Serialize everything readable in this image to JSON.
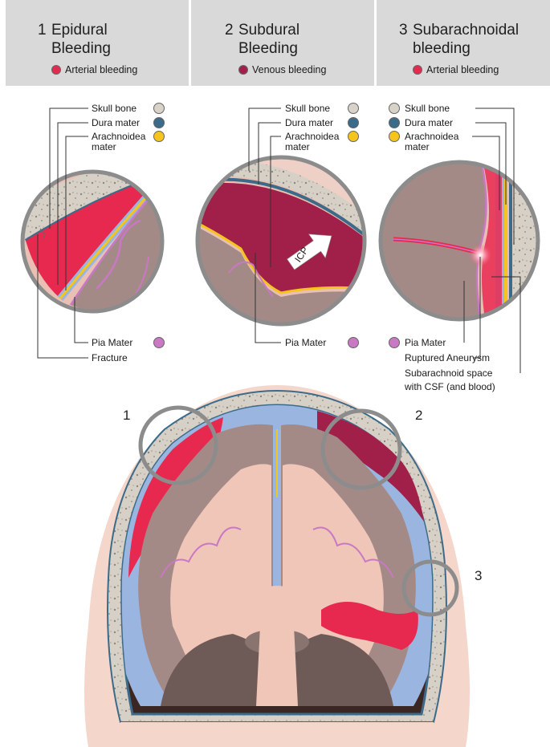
{
  "columns": [
    {
      "number": "1",
      "title_line1": "Epidural",
      "title_line2": "Bleeding",
      "legend": "Arterial bleeding",
      "legend_color": "#e8294f"
    },
    {
      "number": "2",
      "title_line1": "Subdural",
      "title_line2": "Bleeding",
      "legend": "Venous bleeding",
      "legend_color": "#a0204a"
    },
    {
      "number": "3",
      "title_line1": "Subarachnoidal",
      "title_line2": "bleeding",
      "legend": "Arterial bleeding",
      "legend_color": "#e8294f"
    }
  ],
  "layers": {
    "skull_bone": "Skull bone",
    "dura_mater": "Dura mater",
    "arachnoidea_line1": "Arachnoidea",
    "arachnoidea_line2": "mater",
    "pia_mater": "Pia Mater"
  },
  "layer_colors": {
    "skull_bone": "#d8d2c8",
    "dura_mater": "#3c6b8a",
    "arachnoidea": "#f5c51c",
    "pia_mater": "#c978c4"
  },
  "annotations": {
    "fracture": "Fracture",
    "icp": "ICP",
    "ruptured_aneurysm": "Ruptured Aneurysm",
    "subarachnoid_line1": "Subarachnoid space",
    "subarachnoid_line2": "with CSF (and blood)"
  },
  "markers": [
    "1",
    "2",
    "3"
  ]
}
